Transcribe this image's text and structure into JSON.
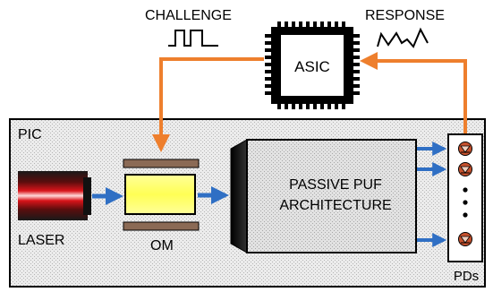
{
  "labels": {
    "challenge": "CHALLENGE",
    "response": "RESPONSE",
    "asic": "ASIC",
    "pic": "PIC",
    "laser": "LASER",
    "om": "OM",
    "puf_line1": "PASSIVE PUF",
    "puf_line2": "ARCHITECTURE",
    "pds": "PDs"
  },
  "colors": {
    "link": "#ee7f2d",
    "optical_arrow": "#2f6fc4",
    "pic_fill": "#e6e6e6",
    "puf_fill": "#dcdcdc",
    "om_plate": "#8b6a55",
    "om_core": "#ffff66",
    "diode": "#c6512d"
  },
  "icons": {
    "chip": "ic-chip-icon",
    "laser": "laser-module-icon",
    "photodiode": "photodiode-icon",
    "challenge_signal": "square-wave-icon",
    "response_signal": "zigzag-wave-icon"
  }
}
